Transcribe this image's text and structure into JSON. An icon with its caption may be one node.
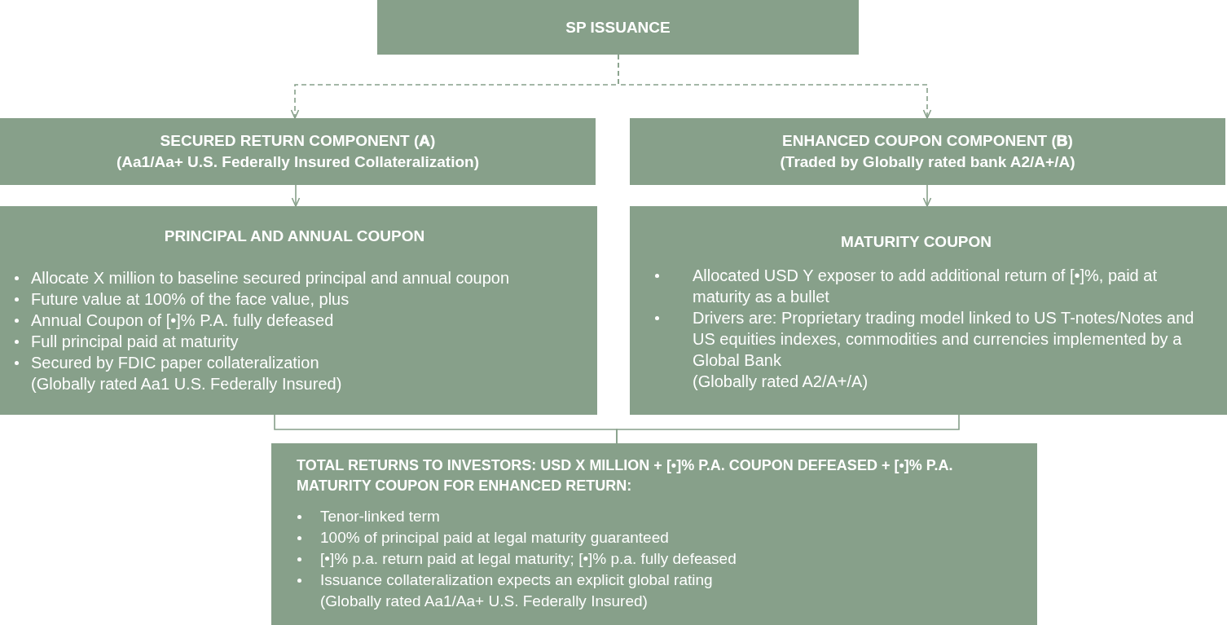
{
  "diagram": {
    "nodes": [
      {
        "text": [
          "SP ISSUANCE"
        ]
      },
      {
        "text": [
          "SECURED RETURN COMPONENT (**A**)",
          "(Aa1/Aa+ U.S. Federally Insured Collateralization)"
        ]
      },
      {
        "text": [
          "ENHANCED COUPON COMPONENT (**B**)",
          "(Traded by Globally rated bank A2/A+/A)"
        ]
      },
      {
        "text": [
          "PRINCIPAL AND ANNUAL COUPON",
          "Allocate X million to baseline secured principal and annual coupon",
          "Future value at 100% of the face value, plus",
          "Annual Coupon of [•]% P.A. fully defeased",
          "Full principal paid at maturity",
          "Secured by FDIC paper collateralization",
          "(Globally rated Aa1 U.S. Federally Insured)"
        ]
      },
      {
        "text": [
          "MATURITY COUPON",
          "Allocated USD Y exposer to add additional return of [•]%, paid at maturity as a bullet",
          "Drivers are: Proprietary trading model linked to US T-notes/Notes and US equities indexes, commodities and currencies implemented by a Global Bank",
          "(Globally rated A2/A+/A)"
        ]
      },
      {
        "text": [
          "TOTAL RETURNS TO INVESTORS: USD X MILLION + [•]% P.A. COUPON DEFEASED + [•]% P.A. MATURITY COUPON FOR ENHANCED RETURN:",
          "Tenor-linked term",
          "100% of principal paid at legal maturity guaranteed",
          "[•]% p.a. return paid at legal maturity; [•]% p.a. fully defeased",
          "Issuance collateralization expects an explicit global rating",
          "(Globally rated Aa1/Aa+ U.S. Federally Insured)"
        ]
      }
    ],
    "edges": [
      {
        "from": 0,
        "to": 1,
        "arrow": "to",
        "style": "dashed"
      },
      {
        "from": 0,
        "to": 2,
        "arrow": "to",
        "style": "dashed"
      },
      {
        "from": 1,
        "to": 3,
        "arrow": "to"
      },
      {
        "from": 2,
        "to": 4,
        "arrow": "to"
      },
      {
        "from": 3,
        "to": 5,
        "arrow": "none"
      },
      {
        "from": 4,
        "to": 5,
        "arrow": "none"
      }
    ]
  }
}
